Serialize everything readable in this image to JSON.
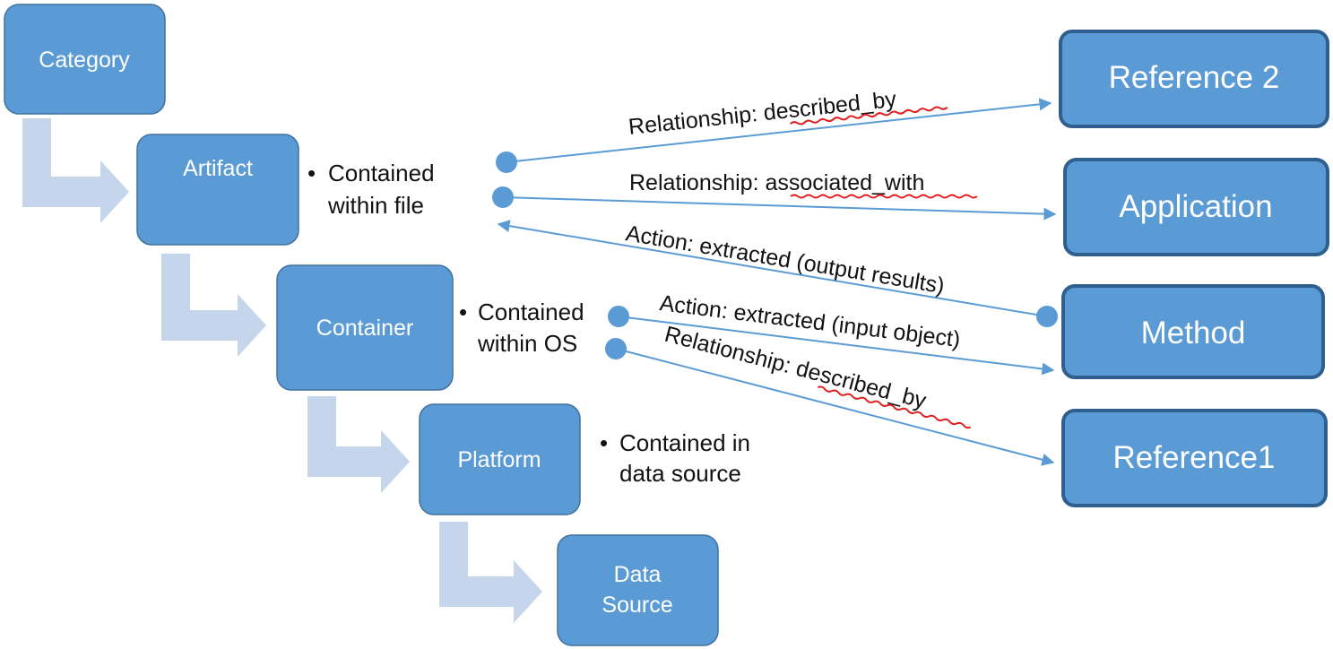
{
  "colors": {
    "box_fill": "#5b9bd5",
    "box_border": "#41719c",
    "ref_border": "#2e5f8f",
    "connector": "#5b9bd5",
    "chevron": "#c5d6ec",
    "spellcheck_underline": "#e02020"
  },
  "hierarchy": [
    {
      "label": "Category"
    },
    {
      "label": "Artifact",
      "note_line1": "Contained",
      "note_line2": "within file"
    },
    {
      "label": "Container",
      "note_line1": "Contained",
      "note_line2": "within OS"
    },
    {
      "label": "Platform",
      "note_line1": "Contained in",
      "note_line2": "data source"
    },
    {
      "label_line1": "Data",
      "label_line2": "Source"
    }
  ],
  "bullet": "•",
  "references": [
    {
      "label": "Reference 2"
    },
    {
      "label": "Application"
    },
    {
      "label": "Method"
    },
    {
      "label": "Reference1"
    }
  ],
  "relationships": [
    {
      "prefix": "Relationship: ",
      "term": "described_by"
    },
    {
      "prefix": "Relationship: ",
      "term": "associated_with"
    },
    {
      "text": "Action: extracted (output results)"
    },
    {
      "text": "Action: extracted (input object)"
    },
    {
      "prefix": "Relationship: ",
      "term": "described_by"
    }
  ]
}
